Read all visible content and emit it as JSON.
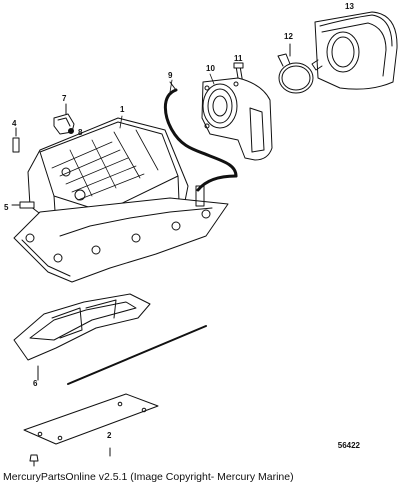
{
  "callouts": {
    "c1": "1",
    "c2": "2",
    "c4": "4",
    "c5": "5",
    "c6": "6",
    "c7": "7",
    "c8": "8",
    "c9": "9",
    "c10": "10",
    "c11": "11",
    "c12": "12",
    "c13": "13"
  },
  "reference_number": "56422",
  "caption": "MercuryPartsOnline v2.5.1 (Image Copyright- Mercury Marine)"
}
